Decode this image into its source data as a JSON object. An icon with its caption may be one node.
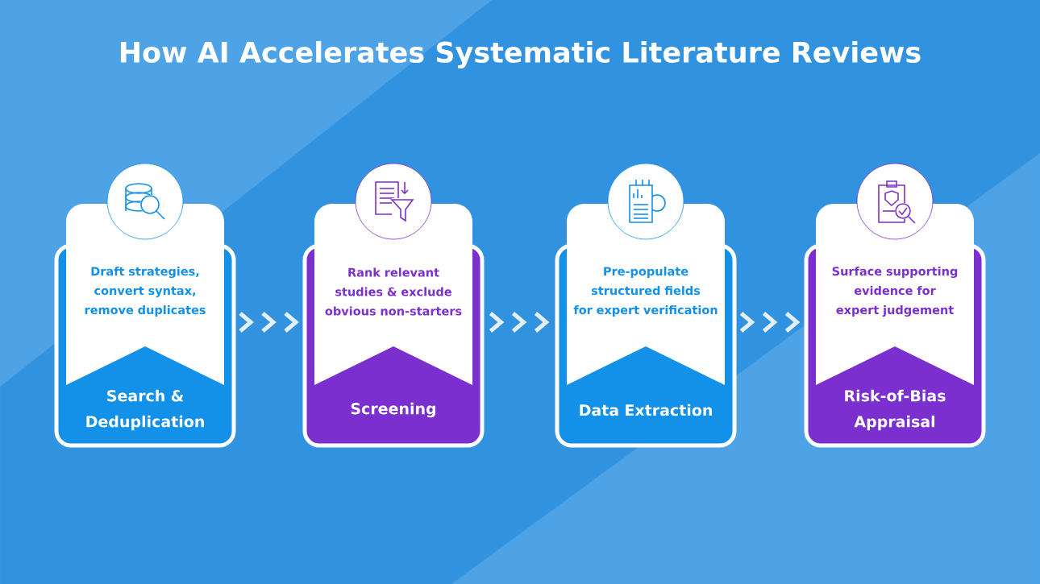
{
  "diagram": {
    "title": "How AI Accelerates Systematic Literature Reviews",
    "nodes": [
      {
        "text": [
          "Draft strategies, convert syntax, remove duplicates",
          "Search & Deduplication"
        ]
      },
      {
        "text": [
          "Rank relevant studies & exclude obvious non-starters",
          "Screening"
        ]
      },
      {
        "text": [
          "Pre-populate structured fields for expert verification",
          "Data Extraction"
        ]
      },
      {
        "text": [
          "Surface supporting evidence for expert judgement",
          "Risk-of-Bias Appraisal"
        ]
      }
    ],
    "edges": [
      {
        "from": 0,
        "to": 1,
        "arrow": "to"
      },
      {
        "from": 1,
        "to": 2,
        "arrow": "to"
      },
      {
        "from": 2,
        "to": 3,
        "arrow": "to"
      }
    ]
  }
}
